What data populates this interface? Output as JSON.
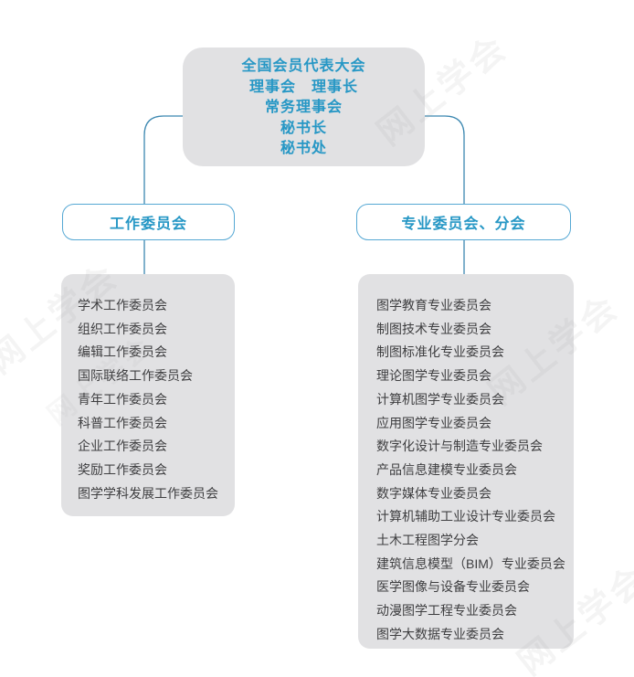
{
  "colors": {
    "box_bg": "#e1e1e3",
    "accent": "#2697c5",
    "branch_border": "#55a8d4",
    "connector": "#3b87b0",
    "list_text": "#3e3e40",
    "watermark": "#9a9a9a",
    "page_bg": "#ffffff"
  },
  "root_box": {
    "lines": [
      "全国会员代表大会",
      "理事会　理事长",
      "常务理事会",
      "秘书长",
      "秘书处"
    ]
  },
  "branches": [
    {
      "label": "工作委员会",
      "items": [
        "学术工作委员会",
        "组织工作委员会",
        "编辑工作委员会",
        "国际联络工作委员会",
        "青年工作委员会",
        "科普工作委员会",
        "企业工作委员会",
        "奖励工作委员会",
        "图学学科发展工作委员会"
      ]
    },
    {
      "label": "专业委员会、分会",
      "items": [
        "图学教育专业委员会",
        "制图技术专业委员会",
        "制图标准化专业委员会",
        "理论图学专业委员会",
        "计算机图学专业委员会",
        "应用图学专业委员会",
        "数字化设计与制造专业委员会",
        "产品信息建模专业委员会",
        "数字媒体专业委员会",
        "计算机辅助工业设计专业委员会",
        "土木工程图学分会",
        "建筑信息模型（BIM）专业委员会",
        "医学图像与设备专业委员会",
        "动漫图学工程专业委员会",
        "图学大数据专业委员会"
      ]
    }
  ],
  "watermark": {
    "text": "网上学会"
  }
}
